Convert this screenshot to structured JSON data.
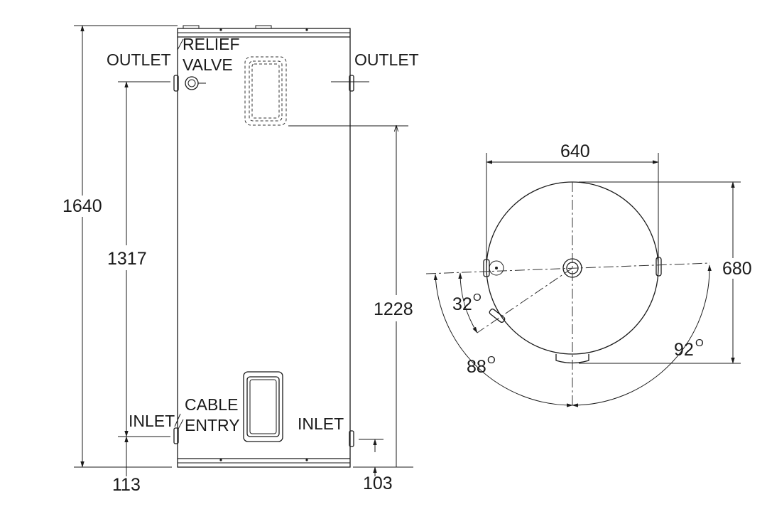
{
  "side_view": {
    "labels": {
      "outlet_left": "OUTLET",
      "outlet_right": "OUTLET",
      "relief_line1": "RELIEF",
      "relief_line2": "VALVE",
      "inlet_left": "INLET",
      "inlet_right": "INLET",
      "cable_line1": "CABLE",
      "cable_line2": "ENTRY"
    },
    "dimensions": {
      "height": "1640",
      "outlet_height": "1317",
      "relief_height": "1228",
      "inlet_left": "113",
      "inlet_right": "103"
    }
  },
  "top_view": {
    "dimensions": {
      "width": "640",
      "depth": "680"
    },
    "angles": {
      "a32": "32",
      "a88": "88",
      "a92": "92"
    },
    "degree_symbol": "O"
  }
}
